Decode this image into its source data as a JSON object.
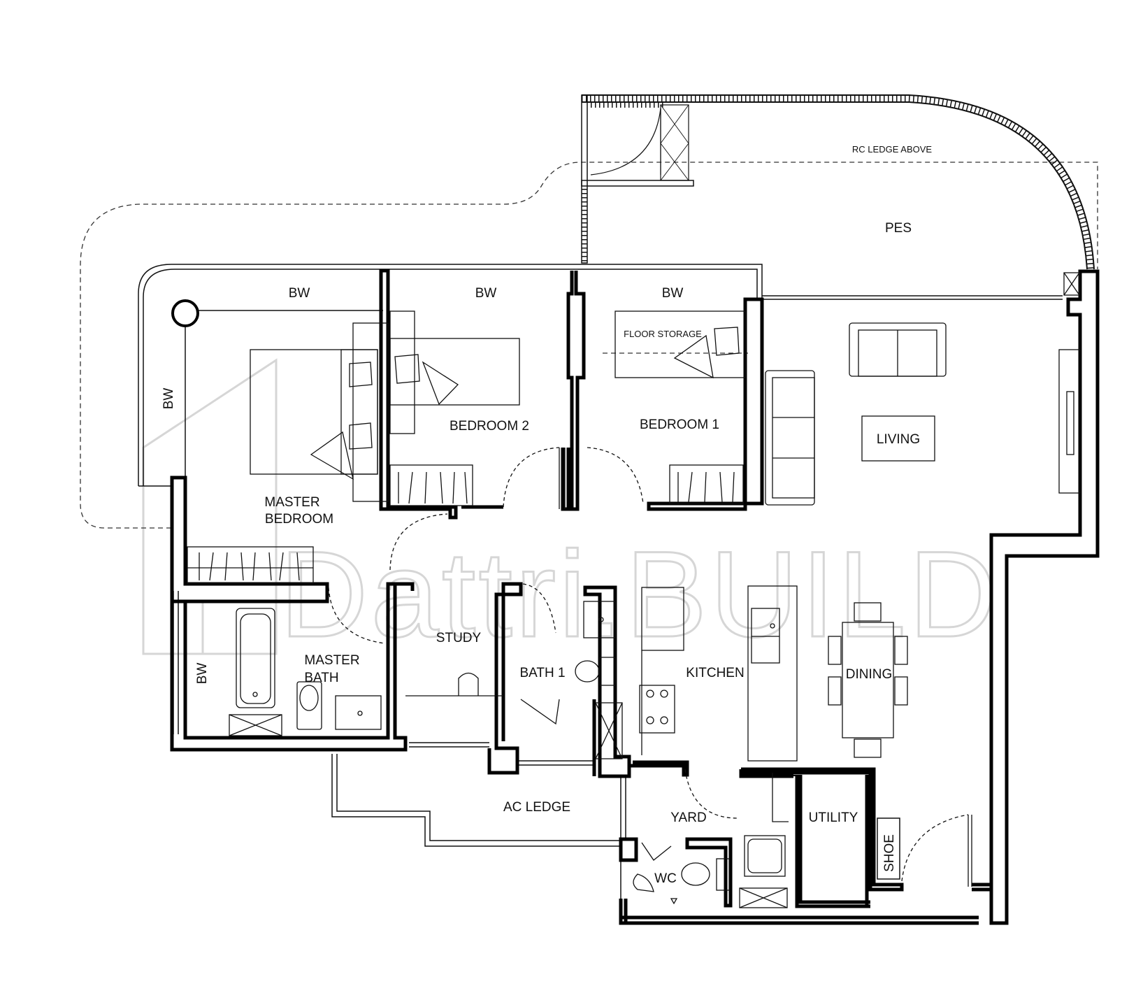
{
  "watermark": {
    "text": "Dattri.BUILD",
    "color": "#d6d6d6"
  },
  "colors": {
    "wall": "#000000",
    "line": "#111111",
    "background": "#ffffff"
  },
  "rooms": {
    "rc_ledge": "RC LEDGE ABOVE",
    "pes": "PES",
    "bw_1": "BW",
    "bw_2": "BW",
    "bw_3": "BW",
    "bw_4": "BW",
    "bw_5": "BW",
    "floor_storage": "FLOOR STORAGE",
    "bedroom_2": "BEDROOM 2",
    "bedroom_1": "BEDROOM 1",
    "living": "LIVING",
    "master_bedroom_l1": "MASTER",
    "master_bedroom_l2": "BEDROOM",
    "study": "STUDY",
    "master_bath_l1": "MASTER",
    "master_bath_l2": "BATH",
    "bath_1": "BATH 1",
    "kitchen": "KITCHEN",
    "dining": "DINING",
    "ac_ledge": "AC LEDGE",
    "yard": "YARD",
    "utility": "UTILITY",
    "shoe": "SHOE",
    "wc": "WC"
  }
}
